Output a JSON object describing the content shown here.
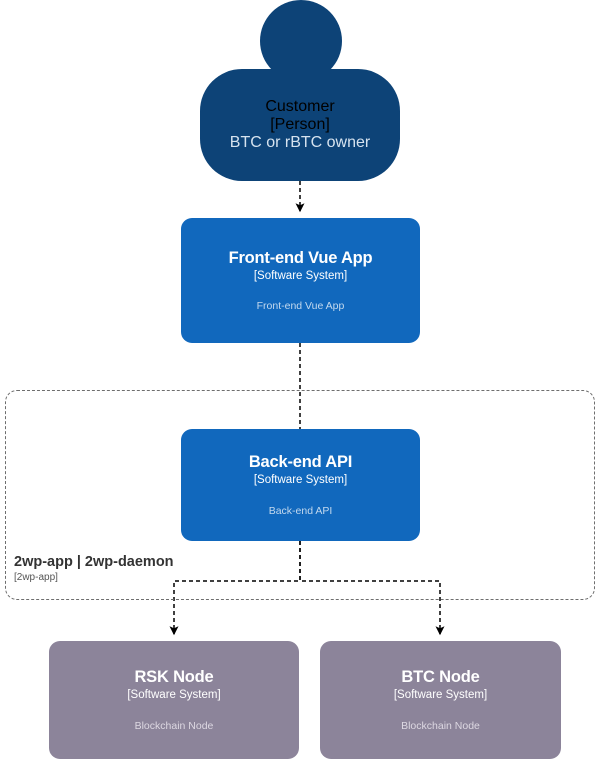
{
  "diagram": {
    "kind": "c4-system-context-diagram",
    "colors": {
      "person": "#0D4377",
      "software_system": "#1168BD",
      "external_system": "#8C849A",
      "boundary_border": "#6E6E6E",
      "edge": "#000000",
      "background": "#FFFFFF"
    }
  },
  "nodes": {
    "customer": {
      "title": "Customer",
      "type": "[Person]",
      "description": "BTC or rBTC owner",
      "shape": "person"
    },
    "frontend": {
      "title": "Front-end Vue App",
      "type": "[Software System]",
      "description": "Front-end Vue App",
      "shape": "box"
    },
    "backend": {
      "title": "Back-end API",
      "type": "[Software System]",
      "description": "Back-end API",
      "shape": "box"
    },
    "rsk_node": {
      "title": "RSK Node",
      "type": "[Software System]",
      "description": "Blockchain Node",
      "shape": "box"
    },
    "btc_node": {
      "title": "BTC Node",
      "type": "[Software System]",
      "description": "Blockchain Node",
      "shape": "box"
    }
  },
  "boundary": {
    "title": "2wp-app | 2wp-daemon",
    "type": "[2wp-app]"
  },
  "edges": [
    {
      "from": "customer",
      "to": "frontend",
      "style": "dashed",
      "arrow": "filled"
    },
    {
      "from": "frontend",
      "to": "backend",
      "style": "dashed",
      "arrow": "none"
    },
    {
      "from": "backend",
      "to": "rsk_node",
      "style": "dashed",
      "arrow": "filled"
    },
    {
      "from": "backend",
      "to": "btc_node",
      "style": "dashed",
      "arrow": "filled"
    }
  ]
}
